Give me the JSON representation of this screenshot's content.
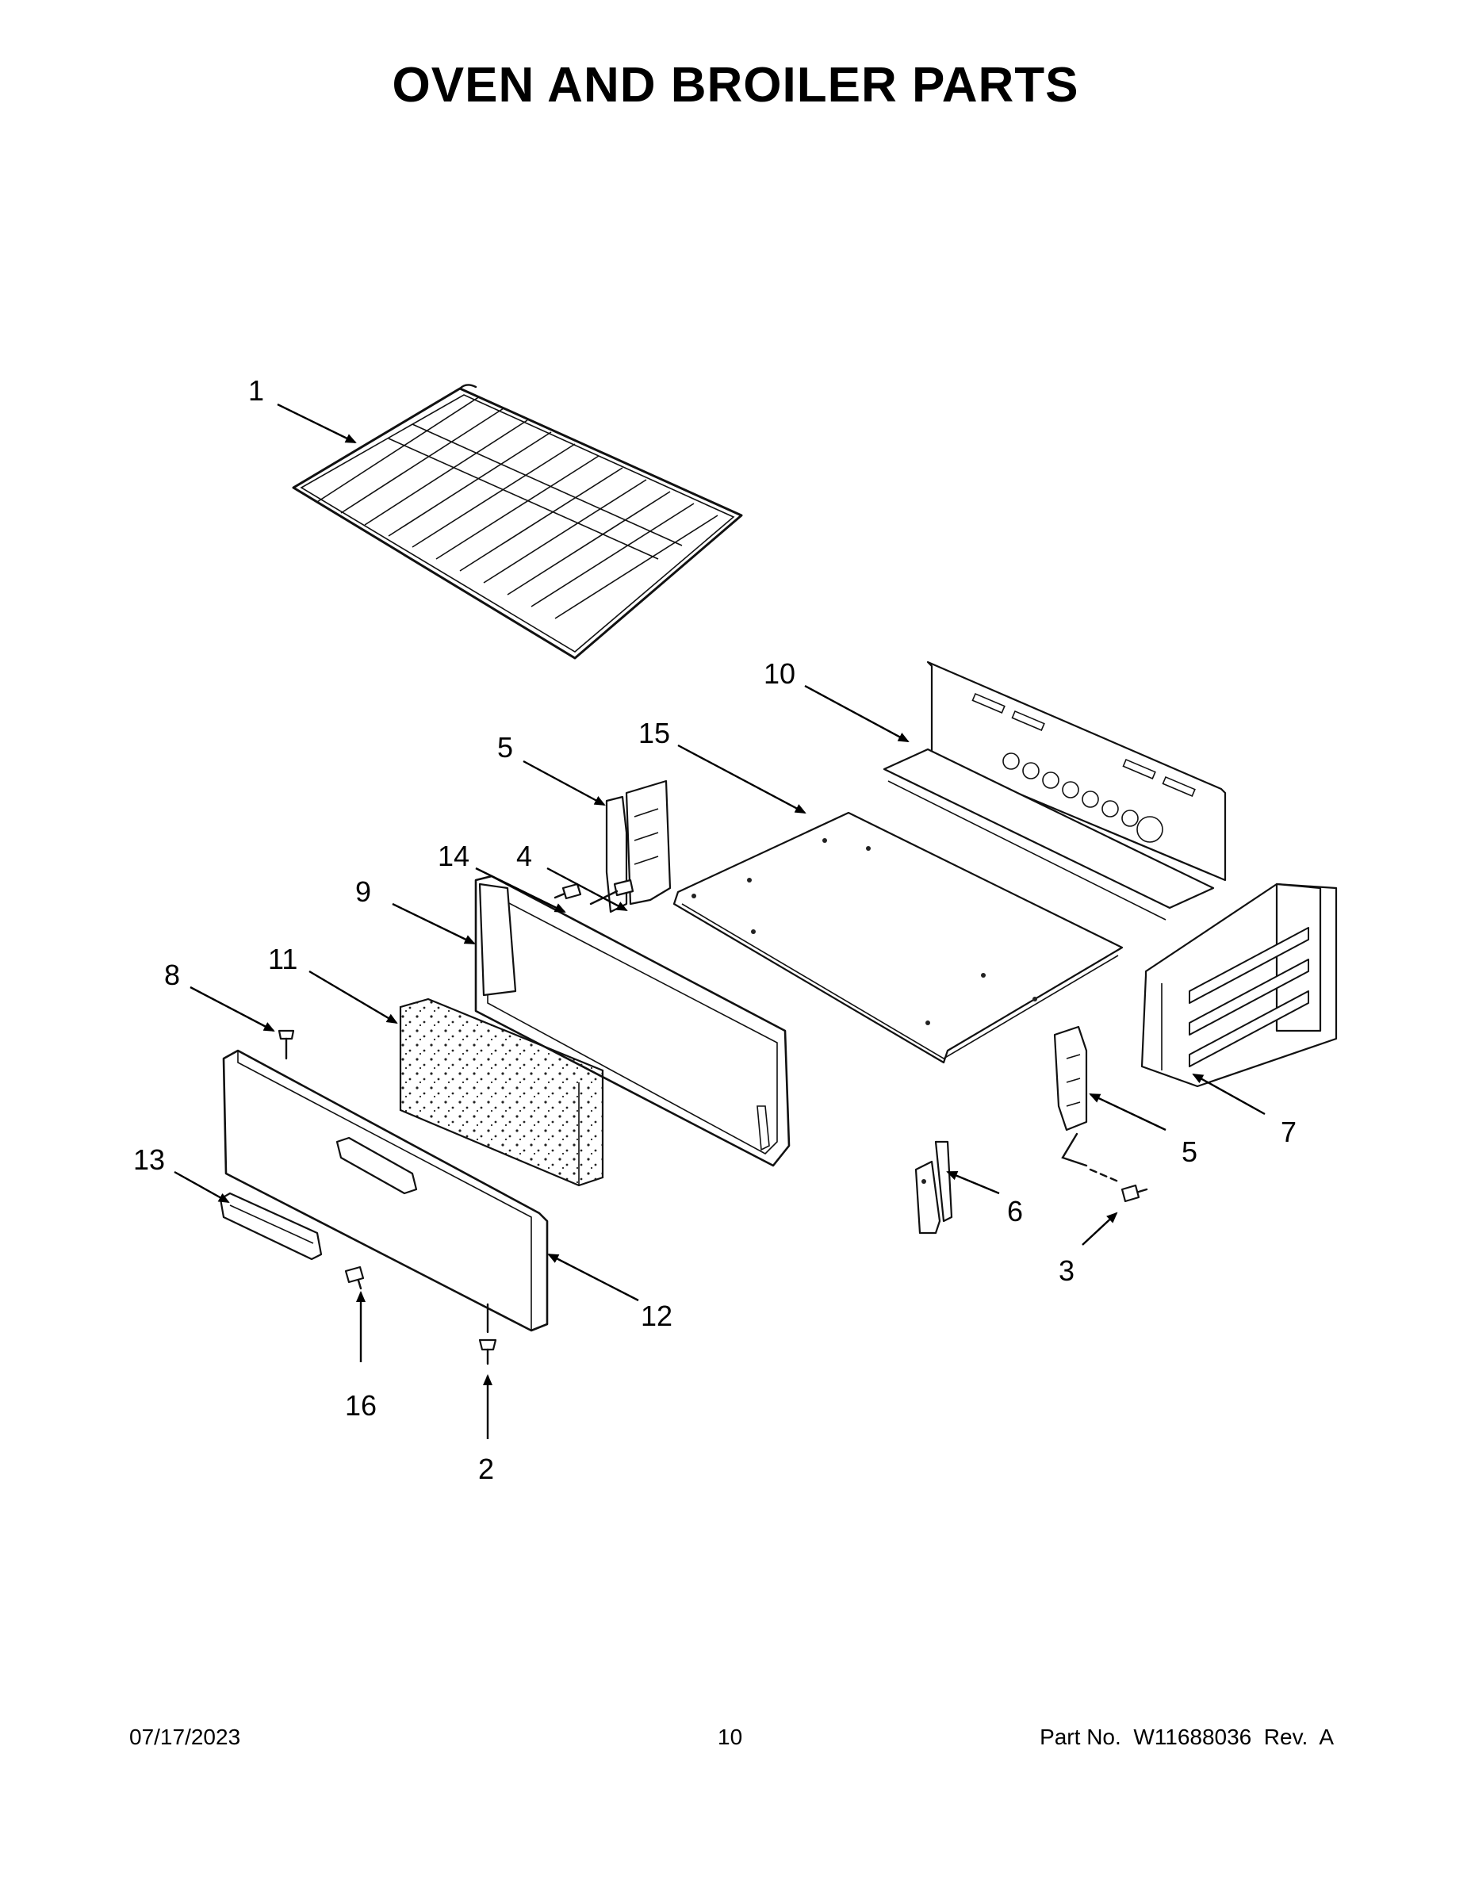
{
  "title": "OVEN AND BROILER PARTS",
  "callouts": [
    "1",
    "10",
    "15",
    "5",
    "14",
    "4",
    "9",
    "8",
    "11",
    "13",
    "12",
    "16",
    "2",
    "7",
    "5",
    "6",
    "3"
  ],
  "footer": {
    "date": "07/17/2023",
    "page": "10",
    "part_no": "Part No.  W11688036  Rev.  A"
  }
}
